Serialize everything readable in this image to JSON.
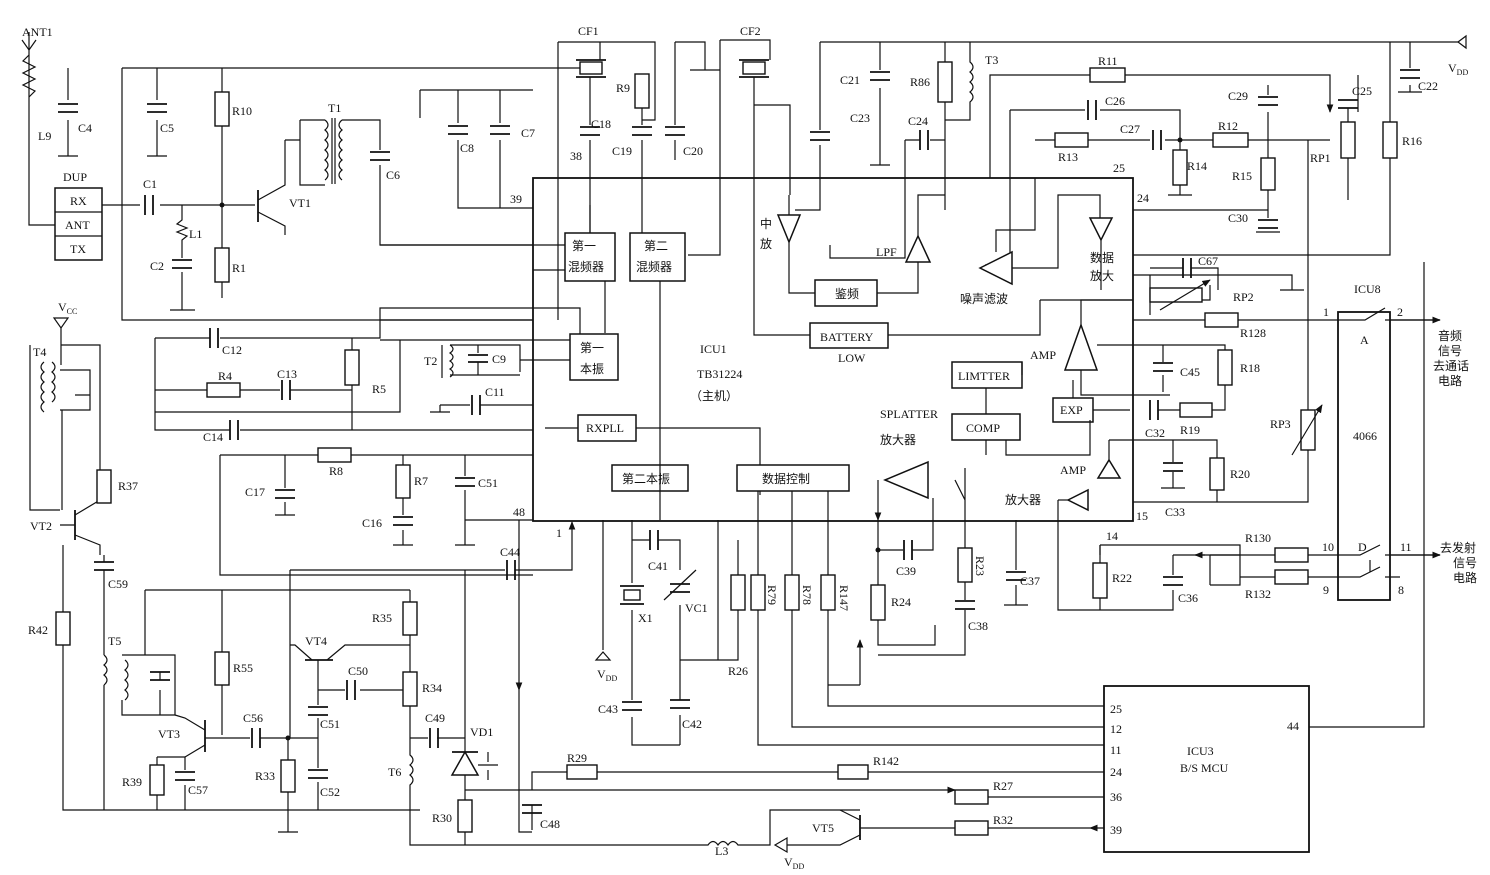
{
  "antenna": "ANT1",
  "duplexer": {
    "title": "DUP",
    "rx": "RX",
    "ant": "ANT",
    "tx": "TX"
  },
  "supply": {
    "vcc": "V",
    "vcc_sub": "CC",
    "vdd": "V",
    "vdd_sub": "DD"
  },
  "icu1": {
    "name": "ICU1",
    "part": "TB31224",
    "role": "（主机）"
  },
  "icu1_blocks": {
    "mixer1_l1": "第一",
    "mixer1_l2": "混频器",
    "mixer2_l1": "第二",
    "mixer2_l2": "混频器",
    "osc1_l1": "第一",
    "osc1_l2": "本振",
    "rxpll": "RXPLL",
    "osc2": "第二本振",
    "data_ctrl": "数据控制",
    "disc": "鉴频",
    "battery": "BATTERY",
    "low": "LOW",
    "lpf": "LPF",
    "if_l1": "中",
    "if_l2": "放",
    "noise_filter": "噪声滤波",
    "data_amp_l1": "数据",
    "data_amp_l2": "放大",
    "amp1": "AMP",
    "amp2": "AMP",
    "limiter": "LIMTTER",
    "comp": "COMP",
    "exp": "EXP",
    "splatter": "SPLATTER",
    "splatter_amp": "放大器",
    "amp_cn": "放大器"
  },
  "icu1_pins": {
    "p38": "38",
    "p39": "39",
    "p24": "24",
    "p25": "25",
    "p48": "48",
    "p1": "1",
    "p15": "15",
    "p14": "14"
  },
  "icu8": {
    "name": "ICU8",
    "part": "4066",
    "sw_a": "A",
    "sw_d": "D",
    "p1": "1",
    "p2": "2",
    "p10": "10",
    "p11": "11",
    "p9": "9",
    "p8": "8"
  },
  "icu3": {
    "name": "ICU3",
    "part": "B/S MCU",
    "p25": "25",
    "p12": "12",
    "p11": "11",
    "p24": "24",
    "p36": "36",
    "p39": "39",
    "p44": "44"
  },
  "outputs": {
    "audio_l1": "音频",
    "audio_l2": "信号",
    "audio_l3": "去通话",
    "audio_l4": "电路",
    "tx_l1": "去发射",
    "tx_l2": "信号",
    "tx_l3": "电路"
  },
  "components": {
    "L9": "L9",
    "C4": "C4",
    "C5": "C5",
    "R10": "R10",
    "T1": "T1",
    "C6": "C6",
    "C8": "C8",
    "C7": "C7",
    "CF1": "CF1",
    "CF2": "CF2",
    "C18": "C18",
    "R9": "R9",
    "C19": "C19",
    "C20": "C20",
    "C21": "C21",
    "R86": "R86",
    "T3": "T3",
    "C23": "C23",
    "C24": "C24",
    "R11": "R11",
    "C22": "C22",
    "C26": "C26",
    "C29": "C29",
    "C25": "C25",
    "R13": "R13",
    "C27": "C27",
    "R12": "R12",
    "R14": "R14",
    "R15": "R15",
    "RP1": "RP1",
    "R16": "R16",
    "C30": "C30",
    "C1": "C1",
    "L1": "L1",
    "C2": "C2",
    "R1": "R1",
    "VT1": "VT1",
    "T4": "T4",
    "C12": "C12",
    "R4": "R4",
    "C13": "C13",
    "R5": "R5",
    "T2": "T2",
    "C9": "C9",
    "C11": "C11",
    "C14": "C14",
    "R37": "R37",
    "VT2": "VT2",
    "C17": "C17",
    "R8": "R8",
    "R7": "R7",
    "C51a": "C51",
    "C16": "C16",
    "C44": "C44",
    "C59": "C59",
    "R42": "R42",
    "T5": "T5",
    "R55": "R55",
    "VT4": "VT4",
    "R35": "R35",
    "C50": "C50",
    "R34": "R34",
    "C51b": "C51",
    "VT3": "VT3",
    "C56": "C56",
    "C49": "C49",
    "VD1": "VD1",
    "R39": "R39",
    "C57": "C57",
    "R33": "R33",
    "C52": "C52",
    "T6": "T6",
    "R30": "R30",
    "C48": "C48",
    "R29": "R29",
    "L3": "L3",
    "VT5": "VT5",
    "R142": "R142",
    "R27": "R27",
    "R32": "R32",
    "C41": "C41",
    "X1": "X1",
    "VC1": "VC1",
    "C43": "C43",
    "C42": "C42",
    "R26": "R26",
    "R79": "R79",
    "R78": "R78",
    "R147": "R147",
    "C39": "C39",
    "R24": "R24",
    "R23": "R23",
    "C38": "C38",
    "C37": "C37",
    "C67": "C67",
    "RP2": "RP2",
    "R128": "R128",
    "C45": "C45",
    "R18": "R18",
    "C32": "C32",
    "R19": "R19",
    "RP3": "RP3",
    "C33": "C33",
    "R20": "R20",
    "R22": "R22",
    "C36": "C36",
    "R130": "R130",
    "R132": "R132"
  }
}
